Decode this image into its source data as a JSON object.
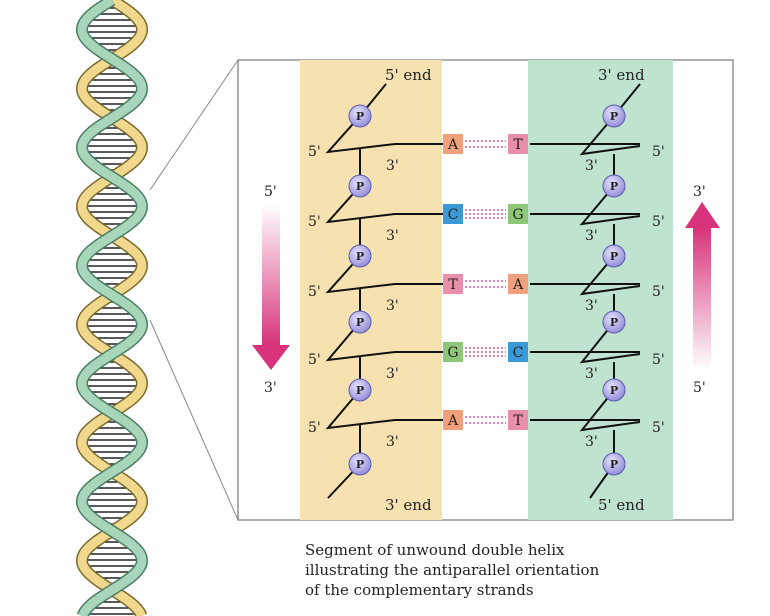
{
  "diagram": {
    "left_strand": {
      "top_label": "5' end",
      "bottom_label": "3' end"
    },
    "right_strand": {
      "top_label": "3' end",
      "bottom_label": "5' end"
    },
    "phosphate_label": "P",
    "five_prime": "5'",
    "three_prime": "3'",
    "base_pairs": [
      {
        "left": "A",
        "right": "T"
      },
      {
        "left": "C",
        "right": "G"
      },
      {
        "left": "T",
        "right": "A"
      },
      {
        "left": "G",
        "right": "C"
      },
      {
        "left": "A",
        "right": "T"
      }
    ],
    "left_arrow": {
      "top": "5'",
      "bottom": "3'"
    },
    "right_arrow": {
      "top": "3'",
      "bottom": "5'"
    },
    "colors": {
      "A": "#f0a07a",
      "T": "#e98fa8",
      "C": "#3b9ad6",
      "G": "#8fc77a",
      "left_strand_bg": "#f5e2b0",
      "right_strand_bg": "#bfe3cf",
      "phosphate": "#9f9ce0",
      "arrow": "#d8337a",
      "hbond": "#e0559a"
    }
  },
  "caption": {
    "line1": "Segment of unwound double helix",
    "line2": "illustrating the antiparallel orientation",
    "line3": "of the complementary strands"
  }
}
